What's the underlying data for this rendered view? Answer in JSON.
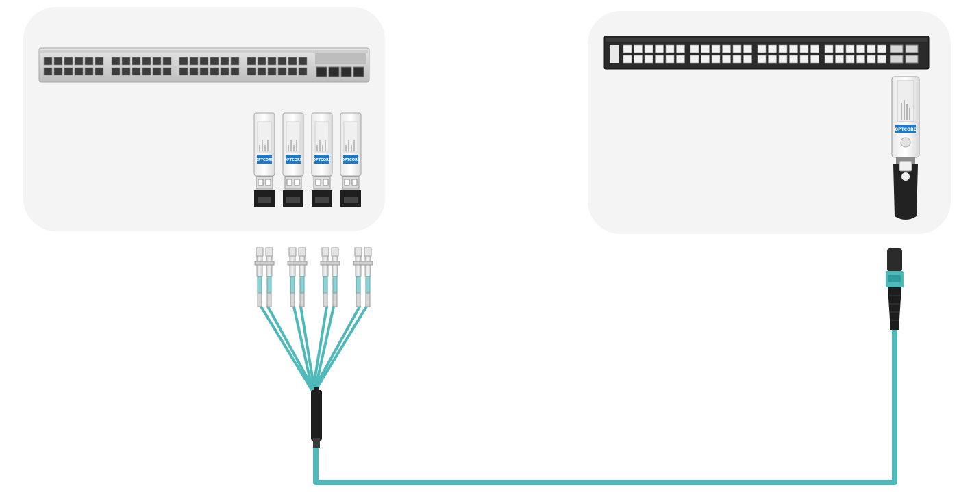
{
  "diagram": {
    "brand_label": "OPTCORE",
    "left_device": {
      "name": "switch-sfp-side",
      "rj45_groups": 4,
      "ports_per_group": 12,
      "sfp_cages": 4
    },
    "right_device": {
      "name": "switch-qsfp-side",
      "rj45_groups": 4,
      "ports_per_group": 12,
      "uplink_cages": 4
    },
    "transceivers": {
      "sfp_count": 4,
      "qsfp_count": 1
    },
    "cable": {
      "type": "breakout",
      "lc_duplex_ends": 4,
      "mpo_ends": 1,
      "color": "#4fb8b8"
    },
    "colors": {
      "panel": "#f4f4f4",
      "chassis_light": "#d8d8d8",
      "chassis_dark": "#2a2a2a",
      "fiber": "#4fb8b8",
      "label_blue": "#1f79c6"
    }
  }
}
